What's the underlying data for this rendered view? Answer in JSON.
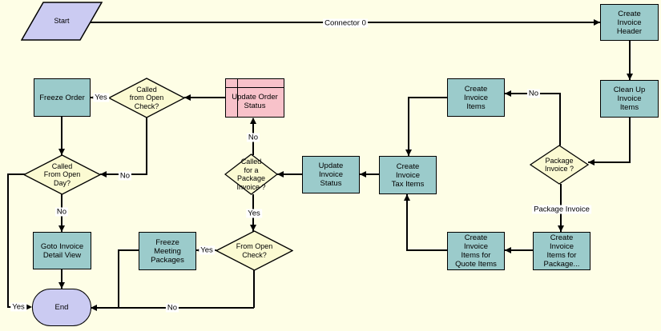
{
  "colors": {
    "background": "#FEFEE6",
    "step_fill": "#9BCBCB",
    "decision_fill": "#FBFAD2",
    "terminal_fill": "#CBCBF2",
    "subprocess_fill": "#F8C2CA",
    "connector_line": "#000000"
  },
  "nodes": {
    "start": {
      "label": "Start"
    },
    "create_invoice_header": {
      "label": "Create\nInvoice\nHeader"
    },
    "clean_up_invoice_items": {
      "label": "Clean Up\nInvoice\nItems"
    },
    "package_invoice_decision": {
      "label": "Package\nInvoice ?"
    },
    "create_invoice_items": {
      "label": "Create\nInvoice\nItems"
    },
    "create_invoice_tax_items": {
      "label": "Create\nInvoice\nTax Items"
    },
    "update_invoice_status": {
      "label": "Update\nInvoice\nStatus"
    },
    "called_for_package_invoice_decision": {
      "label": "Called\nfor a\nPackage\nInvoice ?"
    },
    "update_order_status": {
      "label": "Update Order\nStatus"
    },
    "called_from_open_check_decision": {
      "label": "Called\nfrom Open\nCheck?"
    },
    "freeze_order": {
      "label": "Freeze Order"
    },
    "called_from_open_day_decision": {
      "label": "Called\nFrom Open\nDay?"
    },
    "goto_invoice_detail_view": {
      "label": "Goto Invoice\nDetail View"
    },
    "end": {
      "label": "End"
    },
    "freeze_meeting_packages": {
      "label": "Freeze\nMeeting\nPackages"
    },
    "from_open_check_decision": {
      "label": "From Open\nCheck?"
    },
    "create_invoice_items_quote": {
      "label": "Create\nInvoice\nItems for\nQuote Items"
    },
    "create_invoice_items_package": {
      "label": "Create\nInvoice\nItems for\nPackage..."
    }
  },
  "edge_labels": {
    "connector_0": "Connector 0",
    "package_invoice_no": "No",
    "called_package_no": "No",
    "open_check_no": "No",
    "open_day_no": "No",
    "from_open_check_no": "No",
    "open_check_yes": "Yes",
    "called_package_yes": "Yes",
    "from_open_check_yes": "Yes",
    "open_day_yes": "Yes",
    "package_invoice_branch": "Package Invoice"
  }
}
